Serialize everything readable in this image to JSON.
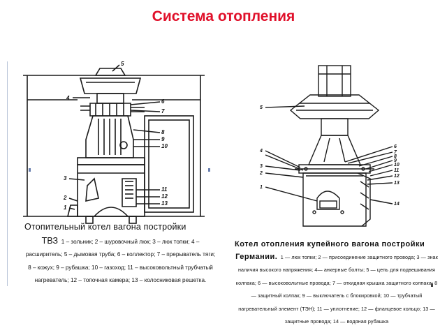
{
  "slide": {
    "title": "Система отопления"
  },
  "left_figure": {
    "caption_heading": "Отопительный котел вагона постройки",
    "caption_model": "ТВЗ",
    "caption_legend": "1 – зольник; 2 – шуровочный люк; 3 – люк топки; 4 – расширитель; 5 – дымовая труба; 6 – коллектор; 7 – прерыватель тяги; 8 – кожух; 9 – рубашка; 10 – газоход; 11 – высоковольтный трубчатый нагреватель; 12 – топочная камера; 13 – колосниковая решетка.",
    "callouts": [
      "1",
      "2",
      "3",
      "4",
      "5",
      "6",
      "7",
      "8",
      "9",
      "10",
      "11",
      "12",
      "13"
    ]
  },
  "right_figure": {
    "caption_heading": "Котел отопления купейного вагона постройки",
    "caption_country": "Германии.",
    "caption_legend": "1 — люк топки; 2 — присоединение защитного провода; 3 — знак наличия высокого напряжения; 4— анкерные болты; 5 — цепь для подвешивания колпака; 6 — высоковольтные провода; 7 — откидная крышка защитного колпака; 8 — защитный колпак; 9 — выключатель с блокировкой; 10 — трубчатый нагревательный элемент (ТЭН); 11 — уплотнение; 12 — фланцевое кольцо; 13 — защитные провода; 14 — водяная рубашка",
    "callouts": [
      "1",
      "2",
      "3",
      "4",
      "5",
      "6",
      "7",
      "8",
      "9",
      "10",
      "11",
      "12",
      "13",
      "14"
    ]
  },
  "colors": {
    "title": "#e0102a",
    "line": "#1a1a1a",
    "frame": "#b8c4d8"
  }
}
